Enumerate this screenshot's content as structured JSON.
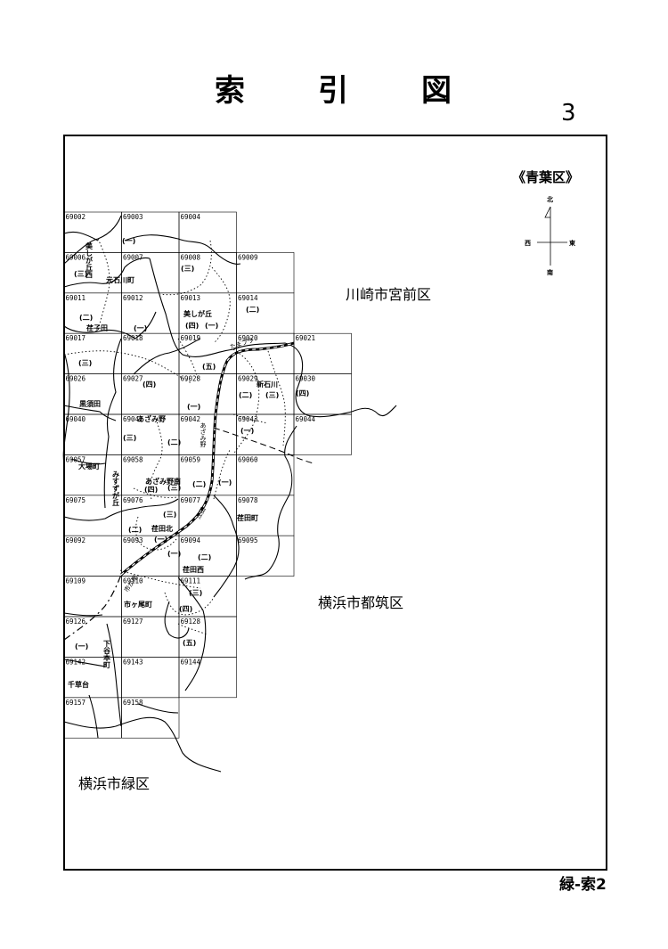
{
  "page": {
    "title_chars": [
      "索",
      "引",
      "図"
    ],
    "page_number": "3",
    "footer": "緑-索2"
  },
  "map": {
    "ward_title": "《青葉区》",
    "compass": {
      "north": "北",
      "south": "南",
      "east": "東",
      "west": "西"
    },
    "neighbors": {
      "kawasaki": "川崎市宮前区",
      "tsuzuki": "横浜市都筑区",
      "midori": "横浜市緑区"
    },
    "cells": [
      "69002",
      "69003",
      "69004",
      "69006",
      "69007",
      "69008",
      "69009",
      "69011",
      "69012",
      "69013",
      "69014",
      "69017",
      "69018",
      "69019",
      "69020",
      "69021",
      "69026",
      "69027",
      "69028",
      "69029",
      "69030",
      "69040",
      "69041",
      "69042",
      "69043",
      "69044",
      "69057",
      "69058",
      "69059",
      "69060",
      "69075",
      "69076",
      "69077",
      "69078",
      "69092",
      "69093",
      "69094",
      "69095",
      "69109",
      "69110",
      "69111",
      "69126",
      "69127",
      "69128",
      "69142",
      "69143",
      "69144",
      "69157",
      "69158"
    ],
    "places": {
      "utsukushi_hill_north": "美しが丘西",
      "motoishikawa": "元石川町",
      "utsukushigaoka": "美しが丘",
      "shotoda": "荏子田",
      "kurosuda": "黒須田",
      "azamino": "あざみ野",
      "shinishikawa": "新石川",
      "ohbacho": "大場町",
      "azamino_minami": "あざみ野南",
      "shodacho": "荏田町",
      "shodakita": "荏田北",
      "shodanishi": "荏田西",
      "ichigaocho": "市ヶ尾町",
      "shimoyamotocho": "下谷本町",
      "chigusadai": "千草台",
      "misuzugaoka": "みすずが丘"
    },
    "chome": [
      "(一)",
      "(二)",
      "(三)",
      "(四)",
      "(五)"
    ],
    "stations": {
      "tama_plaza": "たまプラ",
      "azamino_stn": "あざみ野",
      "eda_stn": "江田",
      "ichigao_stn": "市が尾"
    }
  }
}
